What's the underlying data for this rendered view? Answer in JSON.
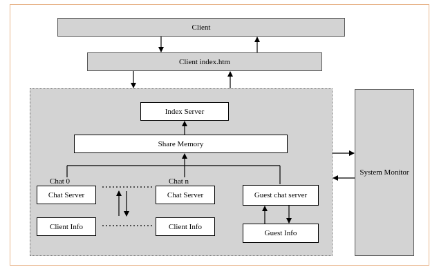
{
  "nodes": {
    "client": "Client",
    "client_index": "Client index.htm",
    "index_server": "Index Server",
    "share_memory": "Share Memory",
    "chat_server_0": "Chat Server",
    "chat_server_n": "Chat Server",
    "client_info_0": "Client Info",
    "client_info_n": "Client Info",
    "guest_chat_server": "Guest chat server",
    "guest_info": "Guest Info",
    "system_monitor": "System Monitor"
  },
  "labels": {
    "chat_0": "Chat 0",
    "chat_n": "Chat n"
  }
}
